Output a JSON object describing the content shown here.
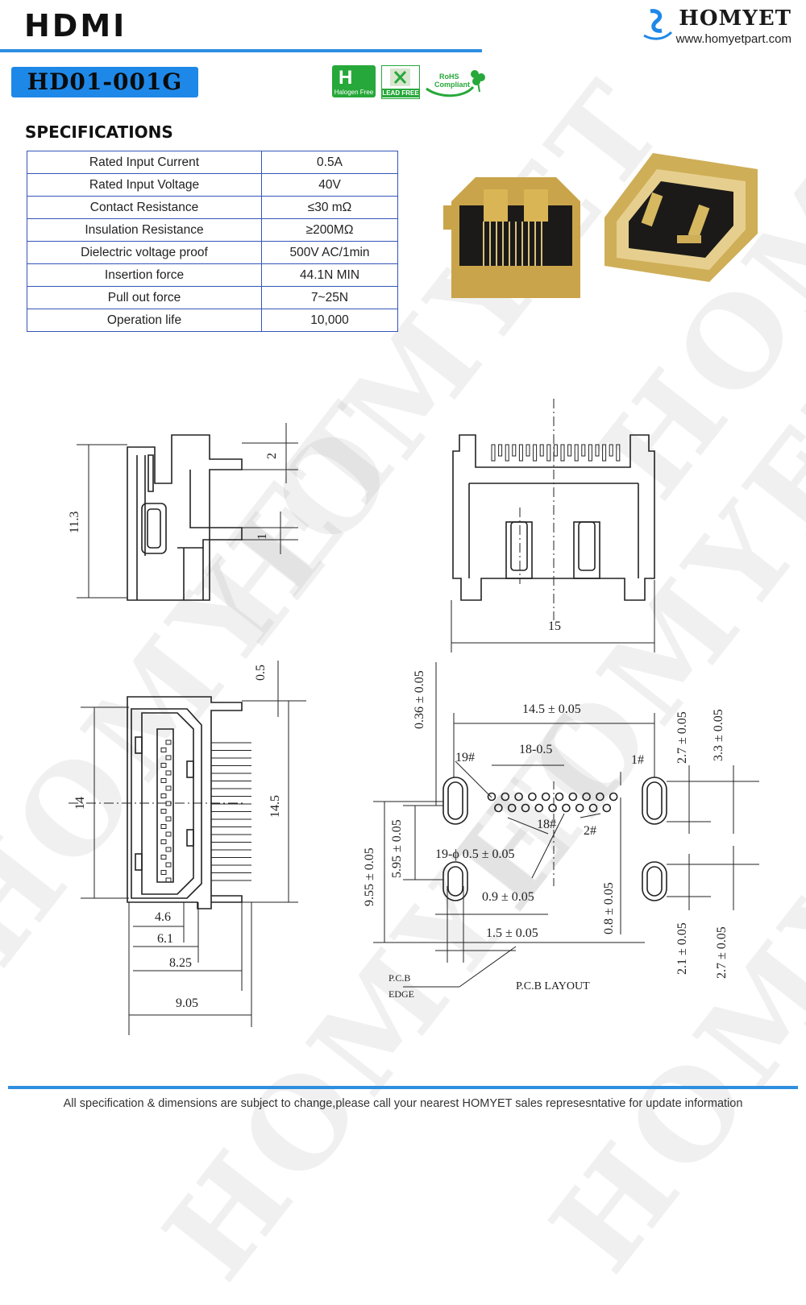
{
  "header": {
    "title": "HDMI",
    "brand_name": "HOMYET",
    "brand_url": "www.homyetpart.com",
    "part_number": "HD01-001G"
  },
  "badges": {
    "halogen_free": "Halogen Free",
    "lead_free": "LEAD FREE",
    "rohs": "RoHS",
    "compliant": "Compliant"
  },
  "specifications": {
    "heading": "SPECIFICATIONS",
    "rows": [
      {
        "label": "Rated Input Current",
        "value": "0.5A"
      },
      {
        "label": "Rated Input Voltage",
        "value": "40V"
      },
      {
        "label": "Contact Resistance",
        "value": "≤30 mΩ"
      },
      {
        "label": "Insulation Resistance",
        "value": "≥200MΩ"
      },
      {
        "label": "Dielectric voltage proof",
        "value": "500V AC/1min"
      },
      {
        "label": "Insertion force",
        "value": "44.1N  MIN"
      },
      {
        "label": "Pull out force",
        "value": "7~25N"
      },
      {
        "label": "Operation life",
        "value": "10,000"
      }
    ]
  },
  "drawing": {
    "side": {
      "height": "11.3",
      "top": "2",
      "pin": "1"
    },
    "front": {
      "width": "15"
    },
    "bottom": {
      "offset": "0.5",
      "height": "14",
      "pitch_span": "14.5",
      "w1": "4.6",
      "w2": "6.1",
      "w3": "8.25",
      "w4": "9.05"
    },
    "layout": {
      "d036": "0.36 ± 0.05",
      "d145": "14.5 ± 0.05",
      "pin19": "19#",
      "pitch": "18-0.5",
      "pin1": "1#",
      "d27a": "2.7 ± 0.05",
      "d33": "3.3 ± 0.05",
      "pin18": "18#",
      "pin2": "2#",
      "d955": "9.55 ± 0.05",
      "d595": "5.95 ± 0.05",
      "holes": "19-ϕ 0.5 ± 0.05",
      "d09": "0.9 ± 0.05",
      "d08": "0.8 ± 0.05",
      "d15": "1.5 ± 0.05",
      "d21": "2.1 ± 0.05",
      "d27b": "2.7 ± 0.05",
      "pcb": "P.C.B",
      "edge": "EDGE",
      "layout_label": "P.C.B   LAYOUT"
    }
  },
  "footer": "All specification & dimensions are subject to change,please call your nearest HOMYET sales represesntative for update information",
  "colors": {
    "accent_blue": "#1e88e8",
    "rule_blue": "#2f8fe0",
    "table_border": "#3555b8",
    "eco_green": "#27a83a"
  },
  "watermark": "HOMYET"
}
